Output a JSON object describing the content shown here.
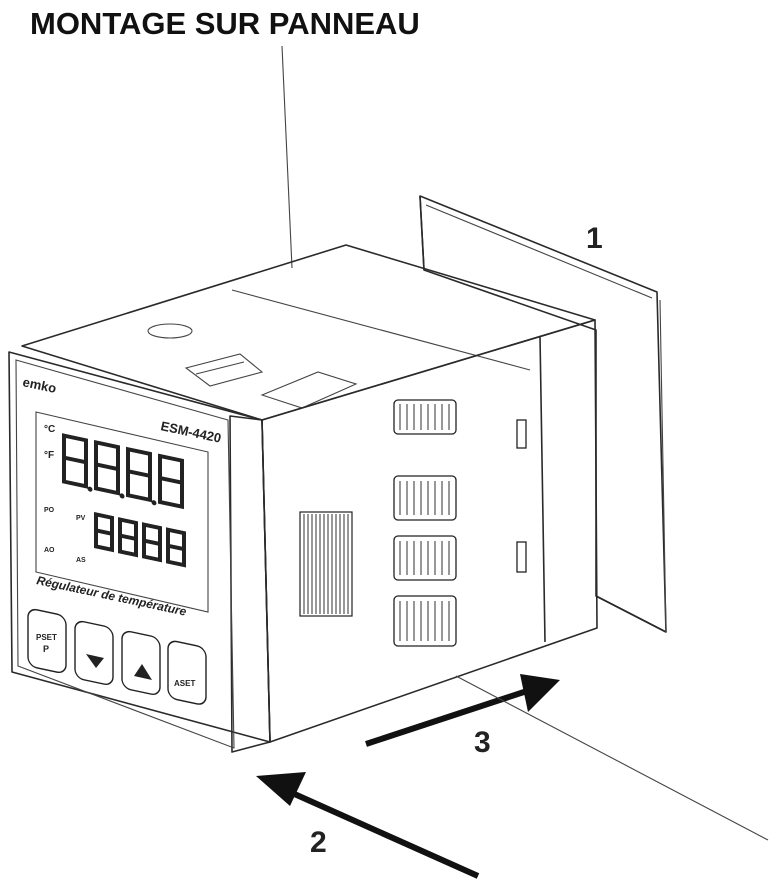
{
  "title": "MONTAGE SUR PANNEAU",
  "callouts": {
    "panel": "1",
    "front_push": "2",
    "clip_push": "3"
  },
  "device": {
    "brand": "emko",
    "model": "ESM-4420",
    "unit_celsius": "°C",
    "unit_fahrenheit": "°F",
    "indicator_po": "PO",
    "indicator_pv": "PV",
    "indicator_ao": "AO",
    "indicator_as": "AS",
    "top_display": "8.8.8.8",
    "bottom_display": "8888",
    "caption": "Régulateur de température",
    "buttons": {
      "pset": "PSET",
      "pset_sub": "P",
      "aset": "ASET"
    }
  }
}
